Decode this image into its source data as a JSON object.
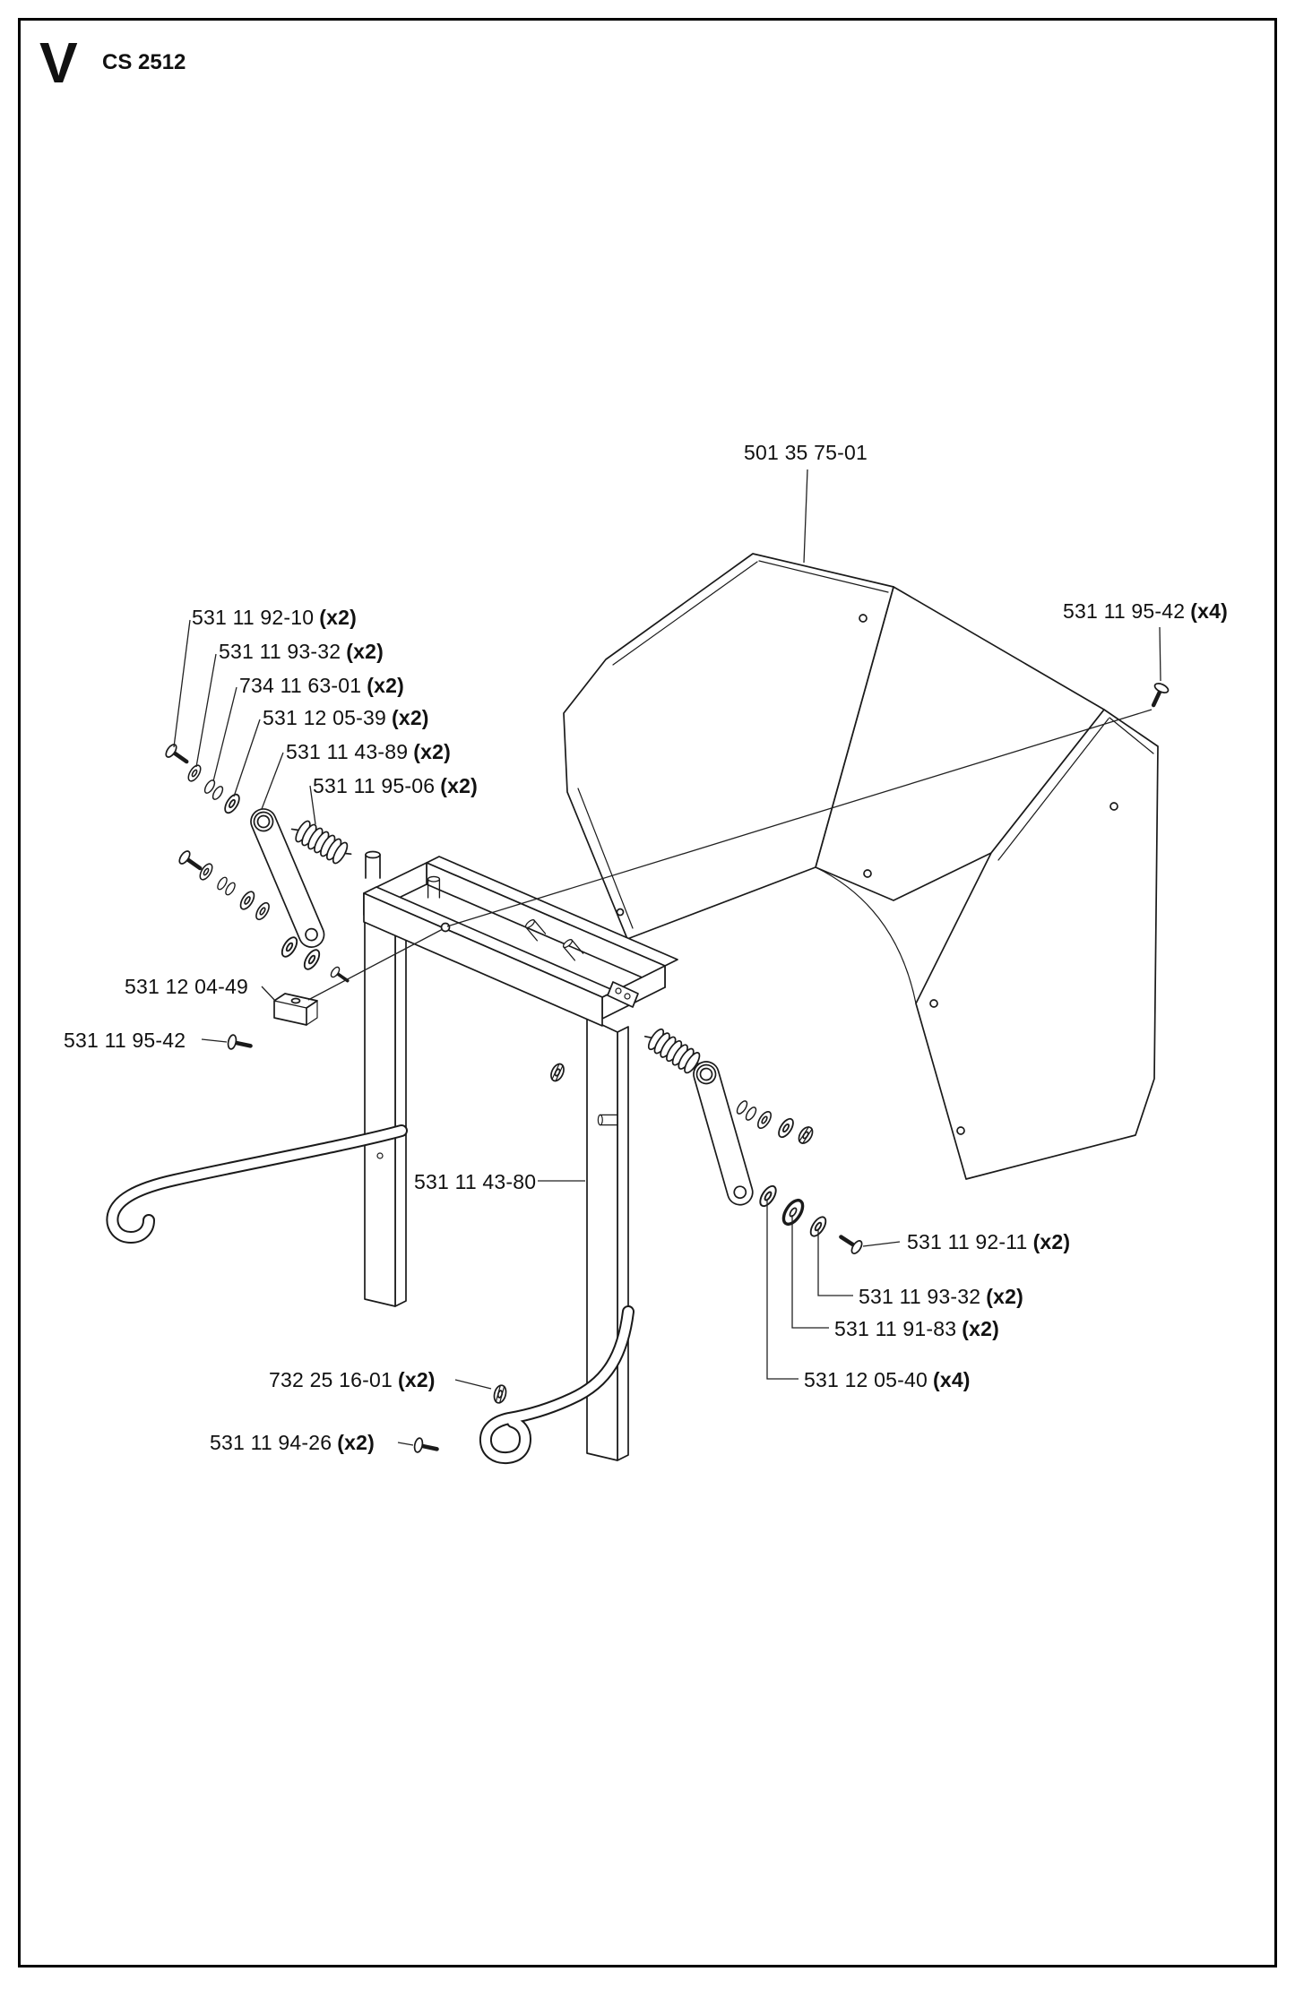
{
  "page": {
    "mark": "V",
    "model": "CS 2512"
  },
  "diagram": {
    "labels": [
      {
        "num": "501 35 75-01",
        "qty": ""
      },
      {
        "num": "531 11 95-42",
        "qty": "(x4)"
      },
      {
        "num": "531 11 92-10",
        "qty": "(x2)"
      },
      {
        "num": "531 11 93-32",
        "qty": "(x2)"
      },
      {
        "num": "734 11 63-01",
        "qty": "(x2)"
      },
      {
        "num": "531 12 05-39",
        "qty": "(x2)"
      },
      {
        "num": "531 11 43-89",
        "qty": "(x2)"
      },
      {
        "num": "531 11 95-06",
        "qty": "(x2)"
      },
      {
        "num": "531 12 04-49",
        "qty": ""
      },
      {
        "num": "531 11 95-42",
        "qty": ""
      },
      {
        "num": "531 11 43-80",
        "qty": ""
      },
      {
        "num": "531 11 92-11",
        "qty": "(x2)"
      },
      {
        "num": "531 11 93-32",
        "qty": "(x2)"
      },
      {
        "num": "531 11 91-83",
        "qty": "(x2)"
      },
      {
        "num": "531 12 05-40",
        "qty": "(x4)"
      },
      {
        "num": "732 25 16-01",
        "qty": "(x2)"
      },
      {
        "num": "531 11 94-26",
        "qty": "(x2)"
      }
    ]
  }
}
